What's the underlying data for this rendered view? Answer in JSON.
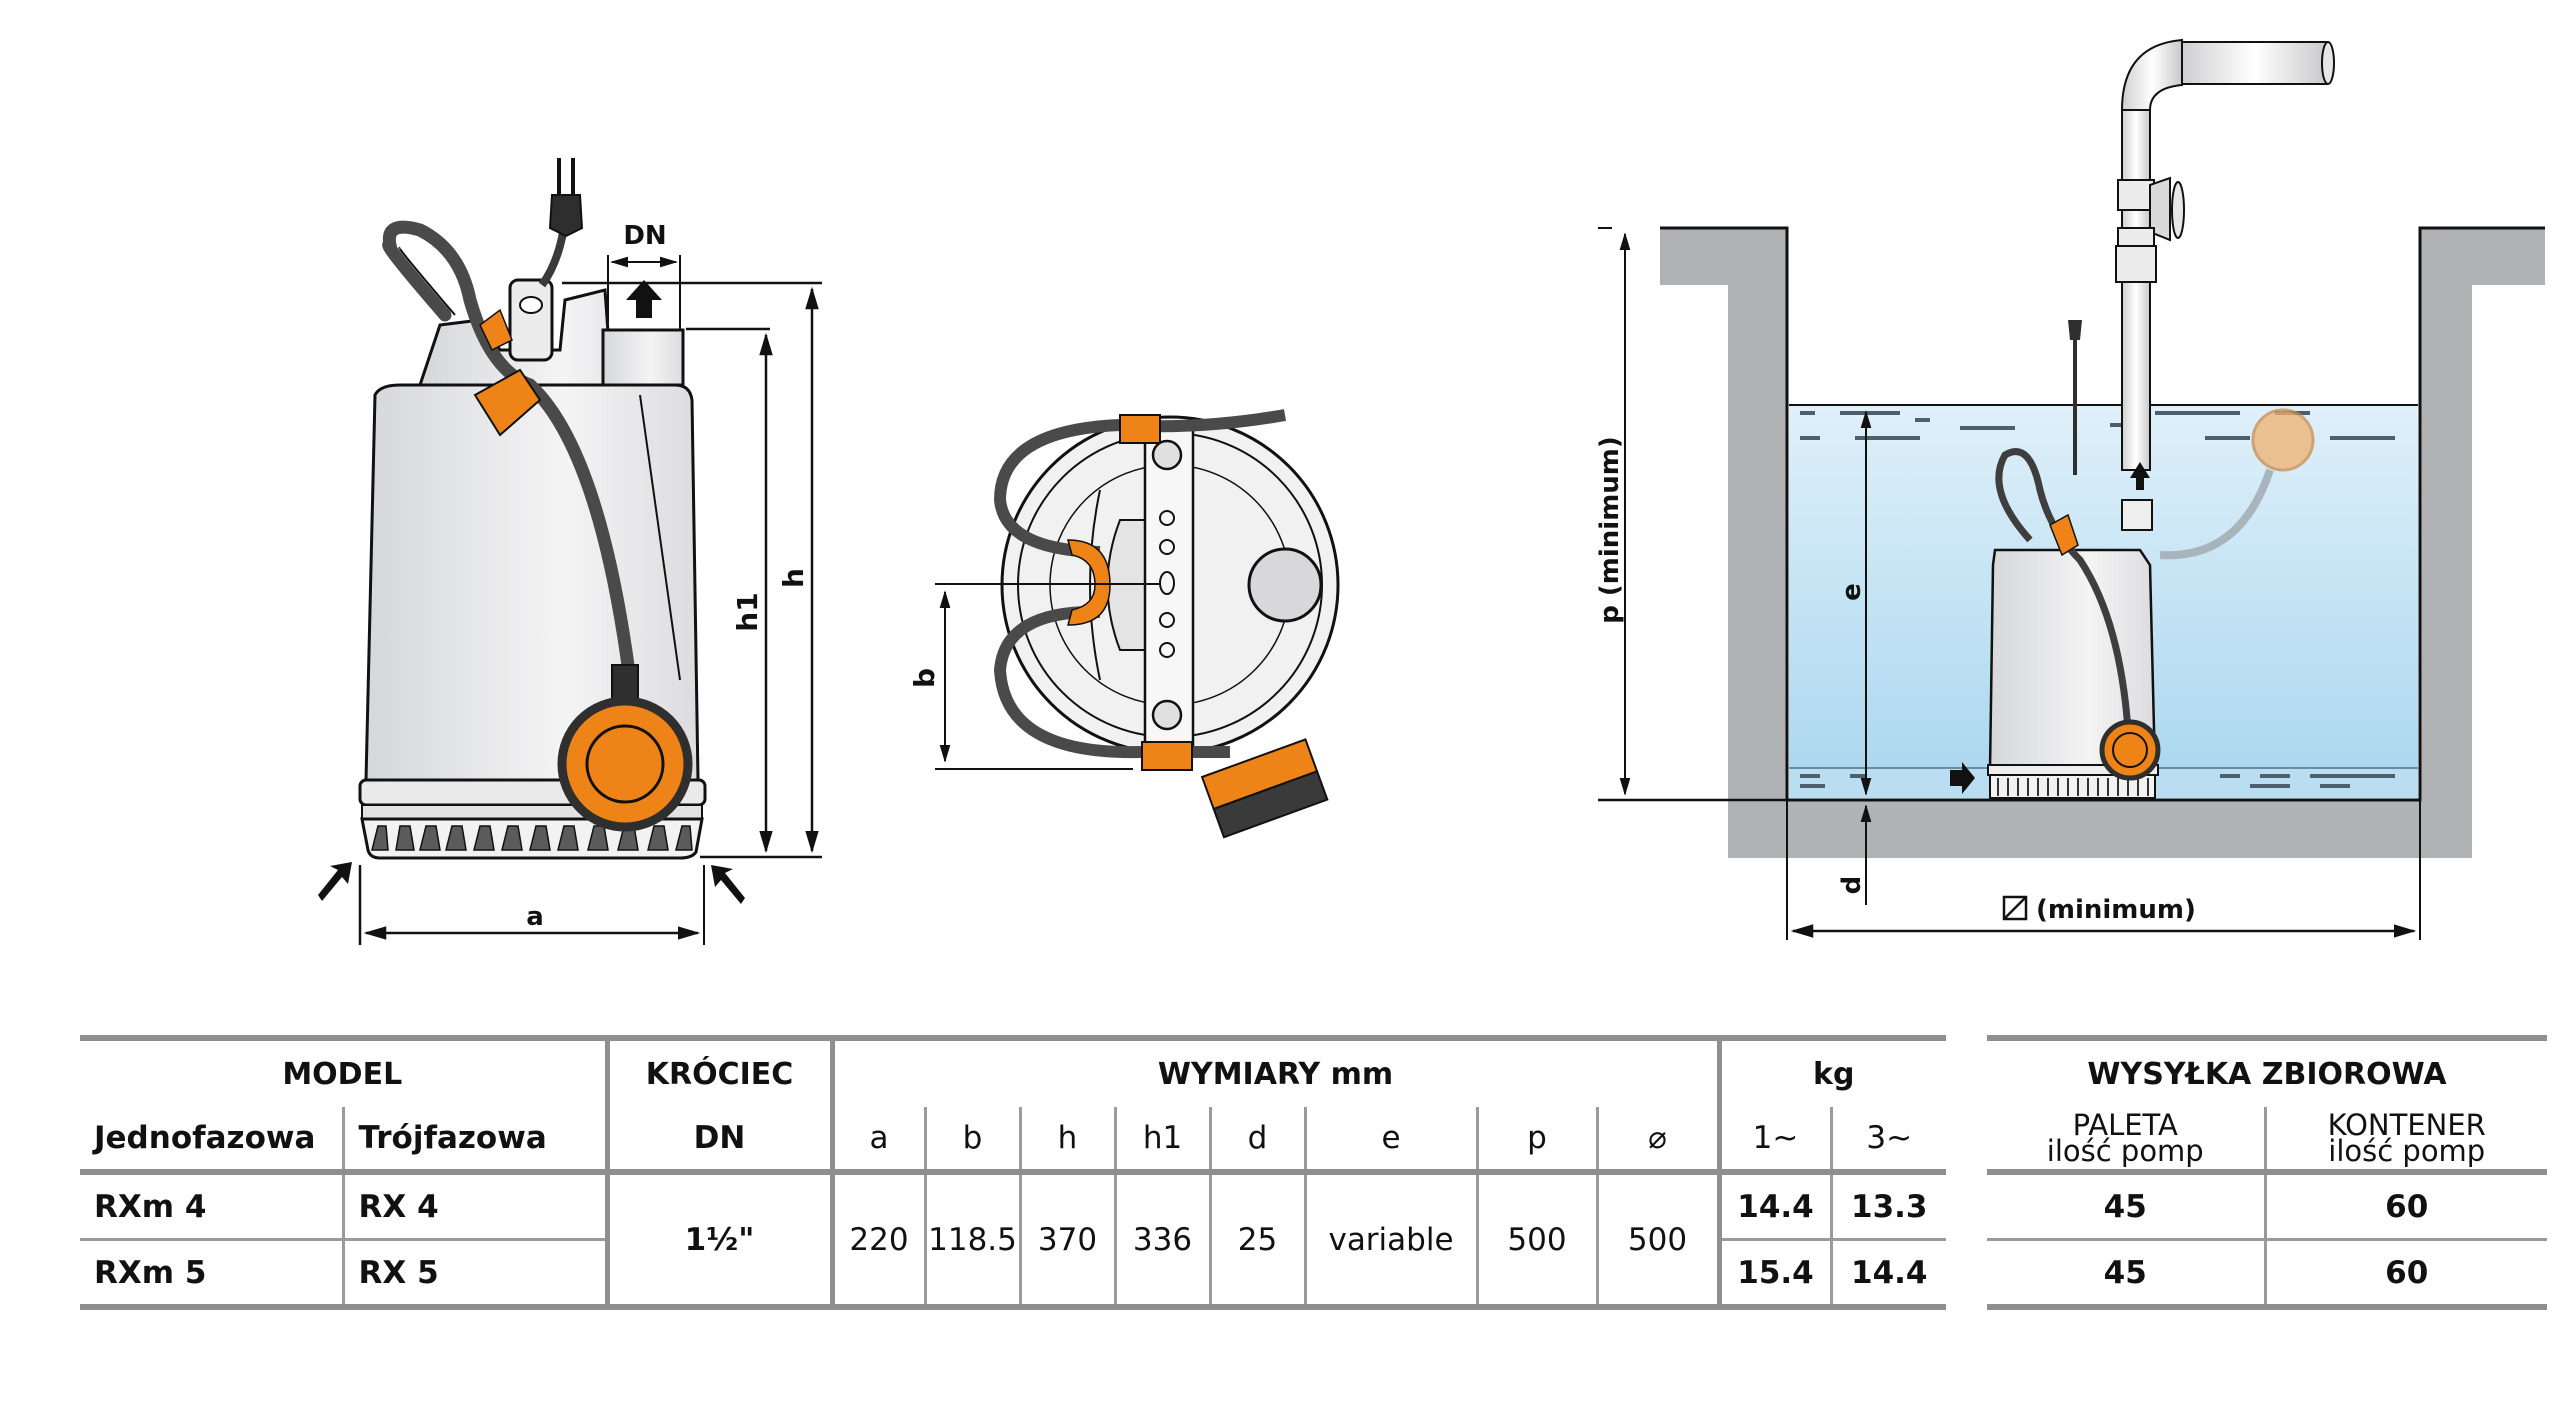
{
  "drawing_labels": {
    "dn": "DN",
    "h1": "h1",
    "h": "h",
    "a": "a",
    "b": "b",
    "p_minimum": "p  (minimum)",
    "e": "e",
    "d": "d",
    "diameter_minimum": "(minimum)"
  },
  "colors": {
    "accent_orange": "#ee8418",
    "cable_gray": "#4a4a4a",
    "wall_gray": "#b1b2b4",
    "water_blue": "#cfe8f5",
    "table_rule": "#8f8f8f"
  },
  "table": {
    "model_header": "MODEL",
    "col_single_phase": "Jednofazowa",
    "col_three_phase": "Trójfazowa",
    "connector_header": "KRÓCIEC",
    "connector_sub": "DN",
    "dimensions_header": "WYMIARY mm",
    "dimension_cols": [
      "a",
      "b",
      "h",
      "h1",
      "d",
      "e",
      "p",
      "⌀"
    ],
    "weight_header": "kg",
    "weight_cols": [
      "1~",
      "3~"
    ],
    "rows": [
      {
        "single": "RXm 4",
        "three": "RX 4",
        "kg_1": "14.4",
        "kg_3": "13.3"
      },
      {
        "single": "RXm 5",
        "three": "RX 5",
        "kg_1": "15.4",
        "kg_3": "14.4"
      }
    ],
    "connector_value": "1½\"",
    "dimension_values": [
      "220",
      "118.5",
      "370",
      "336",
      "25",
      "variable",
      "500",
      "500"
    ]
  },
  "shipping": {
    "header": "WYSYŁKA ZBIOROWA",
    "pallet_title": "PALETA",
    "pallet_sub": "ilość pomp",
    "container_title": "KONTENER",
    "container_sub": "ilość pomp",
    "rows": [
      {
        "pallet": "45",
        "container": "60"
      },
      {
        "pallet": "45",
        "container": "60"
      }
    ]
  }
}
